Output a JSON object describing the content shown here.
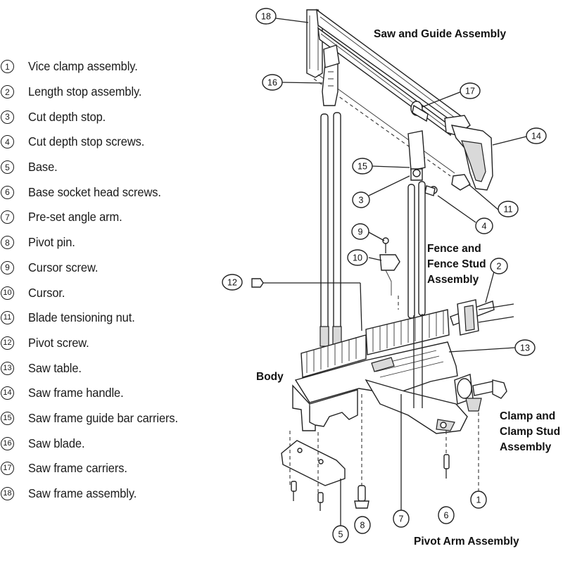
{
  "legend": [
    {
      "num": "1",
      "label": "Vice clamp assembly."
    },
    {
      "num": "2",
      "label": "Length stop assembly."
    },
    {
      "num": "3",
      "label": "Cut depth stop."
    },
    {
      "num": "4",
      "label": "Cut depth stop screws."
    },
    {
      "num": "5",
      "label": "Base."
    },
    {
      "num": "6",
      "label": "Base socket head screws."
    },
    {
      "num": "7",
      "label": "Pre-set angle arm."
    },
    {
      "num": "8",
      "label": "Pivot pin."
    },
    {
      "num": "9",
      "label": "Cursor screw."
    },
    {
      "num": "10",
      "label": "Cursor."
    },
    {
      "num": "11",
      "label": "Blade tensioning nut."
    },
    {
      "num": "12",
      "label": "Pivot screw."
    },
    {
      "num": "13",
      "label": "Saw table."
    },
    {
      "num": "14",
      "label": "Saw frame handle."
    },
    {
      "num": "15",
      "label": "Saw frame guide bar carriers."
    },
    {
      "num": "16",
      "label": "Saw blade."
    },
    {
      "num": "17",
      "label": "Saw frame carriers."
    },
    {
      "num": "18",
      "label": "Saw frame assembly."
    }
  ],
  "sections": {
    "saw_guide": "Saw and Guide Assembly",
    "fence_line1": "Fence and",
    "fence_line2": "Fence Stud",
    "fence_line3": "Assembly",
    "body": "Body",
    "clamp_line1": "Clamp and",
    "clamp_line2": "Clamp Stud",
    "clamp_line3": "Assembly",
    "pivot_arm": "Pivot Arm Assembly"
  },
  "callouts": {
    "c1": "1",
    "c2": "2",
    "c3": "3",
    "c4": "4",
    "c5": "5",
    "c6": "6",
    "c7": "7",
    "c8": "8",
    "c9": "9",
    "c10": "10",
    "c11": "11",
    "c12": "12",
    "c13": "13",
    "c14": "14",
    "c15": "15",
    "c16": "16",
    "c17": "17",
    "c18": "18"
  }
}
